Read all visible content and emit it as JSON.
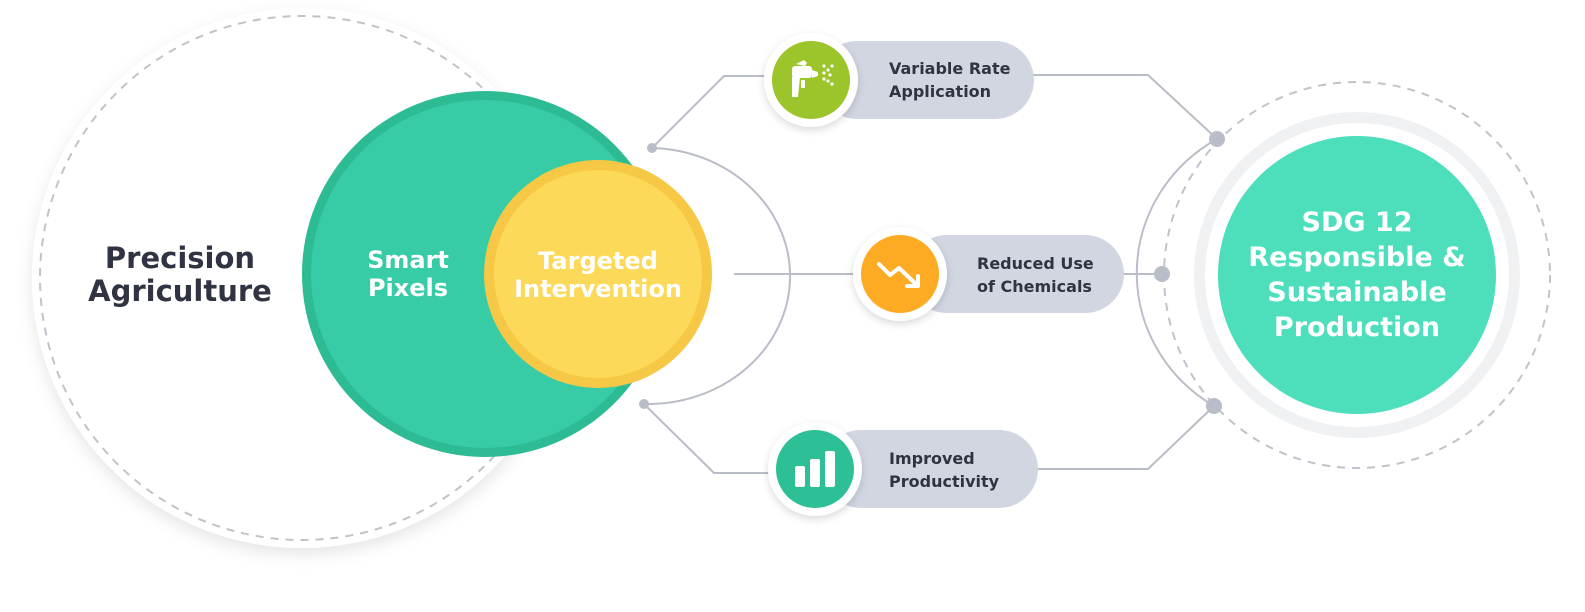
{
  "main_concept": "Precision\nAgriculture",
  "core": {
    "outer": "Smart\nPixels",
    "inner": "Targeted\nIntervention"
  },
  "benefits": [
    {
      "text": "Variable Rate\nApplication",
      "icon": "spray-gun-icon"
    },
    {
      "text": "Reduced Use\nof Chemicals",
      "icon": "trending-down-icon"
    },
    {
      "text": "Improved\nProductivity",
      "icon": "bar-chart-icon"
    }
  ],
  "goal": "SDG 12\nResponsible &\nSustainable\nProduction",
  "colors": {
    "green": "#36c9a3",
    "yellow": "#fcd755",
    "lime": "#9bc52b",
    "orange": "#fcab22",
    "teal": "#2dbf95",
    "mint": "#4ddfbb",
    "pill": "#d1d6e1",
    "connector": "#b9bdc8"
  }
}
